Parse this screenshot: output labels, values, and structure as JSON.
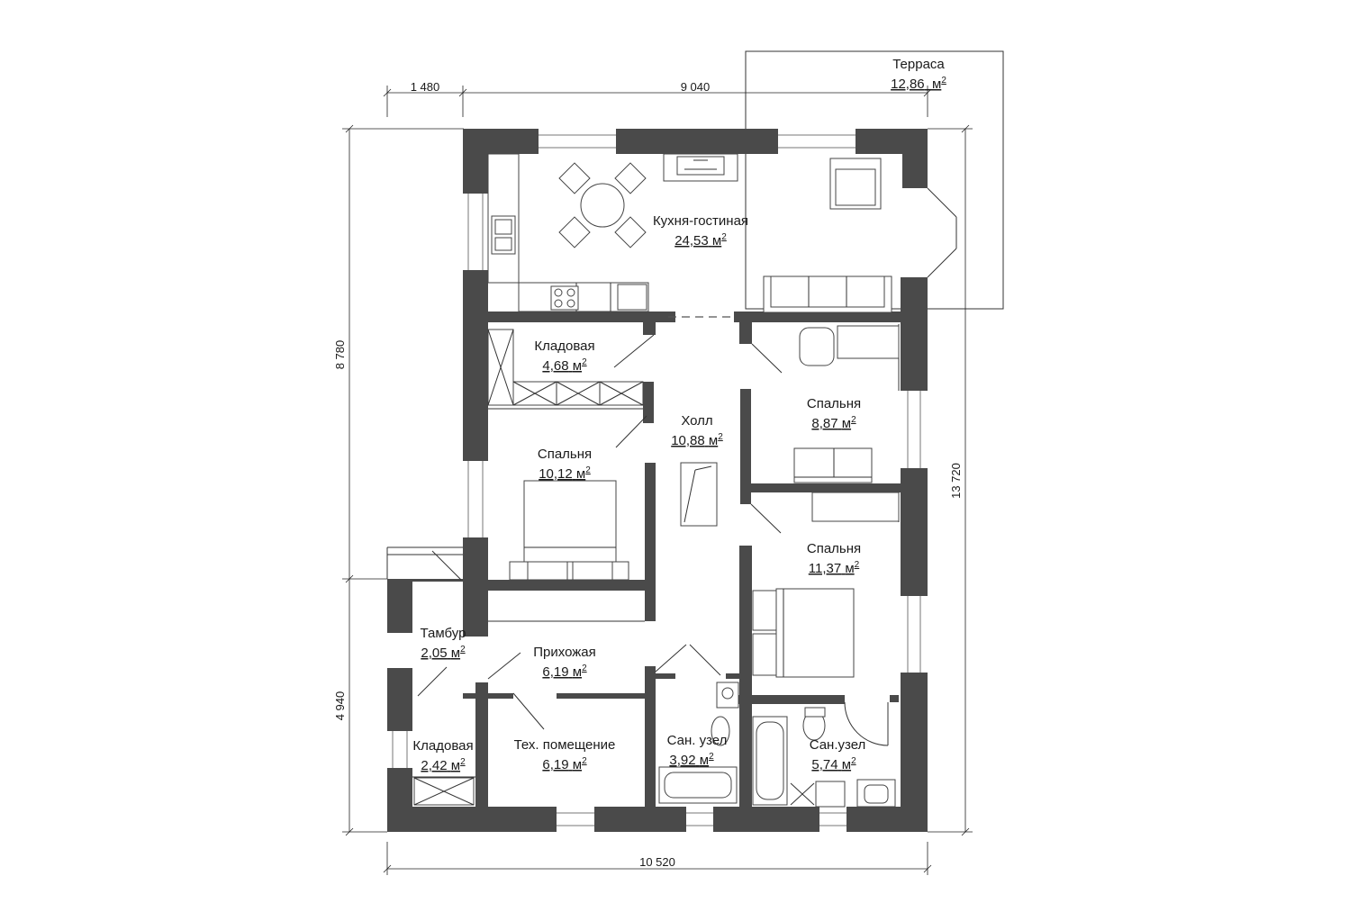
{
  "rooms": {
    "terrace": {
      "name": "Терраса",
      "area": "12,86",
      "unit": "м"
    },
    "kitchen": {
      "name": "Кухня-гостиная",
      "area": "24,53",
      "unit": "м"
    },
    "pantry1": {
      "name": "Кладовая",
      "area": "4,68",
      "unit": "м"
    },
    "hall": {
      "name": "Холл",
      "area": "10,88",
      "unit": "м"
    },
    "bedroom1": {
      "name": "Спальня",
      "area": "8,87",
      "unit": "м"
    },
    "bedroom2": {
      "name": "Спальня",
      "area": "10,12",
      "unit": "м"
    },
    "bedroom3": {
      "name": "Спальня",
      "area": "11,37",
      "unit": "м"
    },
    "vestibule": {
      "name": "Тамбур",
      "area": "2,05",
      "unit": "м"
    },
    "entry": {
      "name": "Прихожая",
      "area": "6,19",
      "unit": "м"
    },
    "pantry2": {
      "name": "Кладовая",
      "area": "2,42",
      "unit": "м"
    },
    "tech": {
      "name": "Тех. помещение",
      "area": "6,19",
      "unit": "м"
    },
    "bath1": {
      "name": "Сан. узел",
      "area": "3,92",
      "unit": "м"
    },
    "bath2": {
      "name": "Сан.узел",
      "area": "5,74",
      "unit": "м"
    }
  },
  "superscript": "2",
  "dimensions": {
    "top_left": "1 480",
    "top_main": "9 040",
    "bottom": "10 520",
    "left_upper": "8 780",
    "left_lower": "4 940",
    "right": "13 720"
  }
}
